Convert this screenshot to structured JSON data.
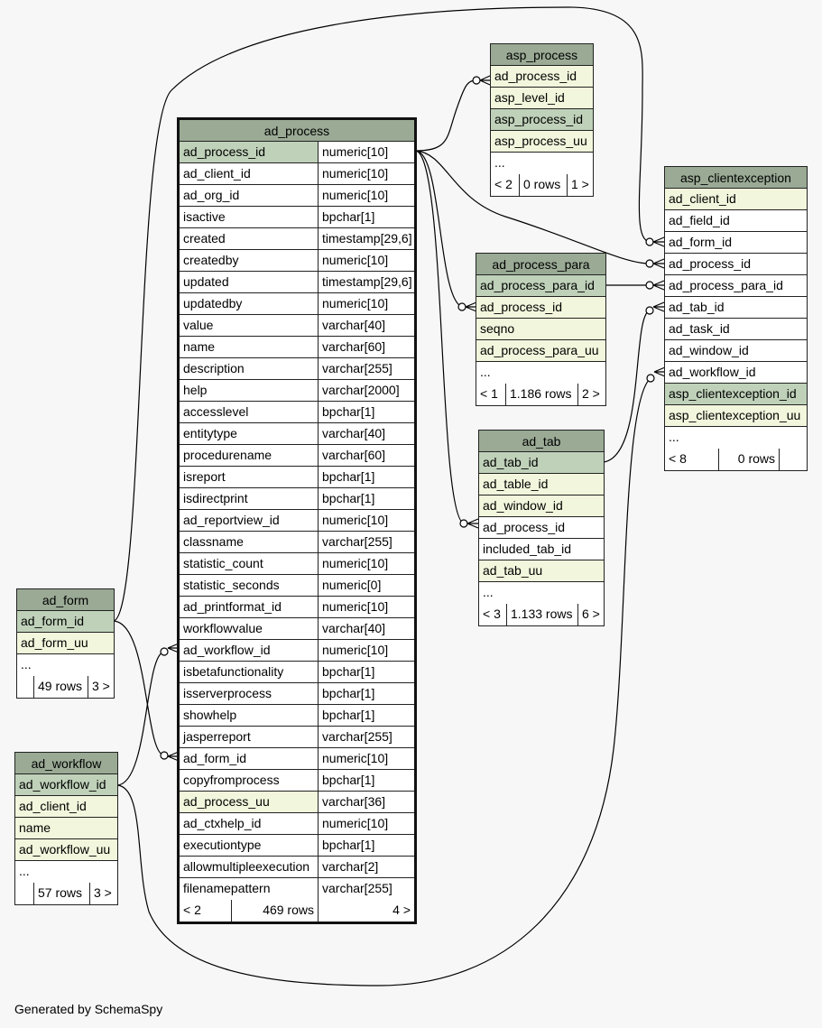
{
  "footer_text": "Generated by SchemaSpy",
  "tables": {
    "ad_process": {
      "title": "ad_process",
      "columns": [
        {
          "name": "ad_process_id",
          "type": "numeric[10]",
          "style": "pk"
        },
        {
          "name": "ad_client_id",
          "type": "numeric[10]",
          "style": "plain"
        },
        {
          "name": "ad_org_id",
          "type": "numeric[10]",
          "style": "plain"
        },
        {
          "name": "isactive",
          "type": "bpchar[1]",
          "style": "plain"
        },
        {
          "name": "created",
          "type": "timestamp[29,6]",
          "style": "plain"
        },
        {
          "name": "createdby",
          "type": "numeric[10]",
          "style": "plain"
        },
        {
          "name": "updated",
          "type": "timestamp[29,6]",
          "style": "plain"
        },
        {
          "name": "updatedby",
          "type": "numeric[10]",
          "style": "plain"
        },
        {
          "name": "value",
          "type": "varchar[40]",
          "style": "plain"
        },
        {
          "name": "name",
          "type": "varchar[60]",
          "style": "plain"
        },
        {
          "name": "description",
          "type": "varchar[255]",
          "style": "plain"
        },
        {
          "name": "help",
          "type": "varchar[2000]",
          "style": "plain"
        },
        {
          "name": "accesslevel",
          "type": "bpchar[1]",
          "style": "plain"
        },
        {
          "name": "entitytype",
          "type": "varchar[40]",
          "style": "plain"
        },
        {
          "name": "procedurename",
          "type": "varchar[60]",
          "style": "plain"
        },
        {
          "name": "isreport",
          "type": "bpchar[1]",
          "style": "plain"
        },
        {
          "name": "isdirectprint",
          "type": "bpchar[1]",
          "style": "plain"
        },
        {
          "name": "ad_reportview_id",
          "type": "numeric[10]",
          "style": "plain"
        },
        {
          "name": "classname",
          "type": "varchar[255]",
          "style": "plain"
        },
        {
          "name": "statistic_count",
          "type": "numeric[10]",
          "style": "plain"
        },
        {
          "name": "statistic_seconds",
          "type": "numeric[0]",
          "style": "plain"
        },
        {
          "name": "ad_printformat_id",
          "type": "numeric[10]",
          "style": "plain"
        },
        {
          "name": "workflowvalue",
          "type": "varchar[40]",
          "style": "plain"
        },
        {
          "name": "ad_workflow_id",
          "type": "numeric[10]",
          "style": "plain"
        },
        {
          "name": "isbetafunctionality",
          "type": "bpchar[1]",
          "style": "plain"
        },
        {
          "name": "isserverprocess",
          "type": "bpchar[1]",
          "style": "plain"
        },
        {
          "name": "showhelp",
          "type": "bpchar[1]",
          "style": "plain"
        },
        {
          "name": "jasperreport",
          "type": "varchar[255]",
          "style": "plain"
        },
        {
          "name": "ad_form_id",
          "type": "numeric[10]",
          "style": "plain"
        },
        {
          "name": "copyfromprocess",
          "type": "bpchar[1]",
          "style": "plain"
        },
        {
          "name": "ad_process_uu",
          "type": "varchar[36]",
          "style": "idx"
        },
        {
          "name": "ad_ctxhelp_id",
          "type": "numeric[10]",
          "style": "plain"
        },
        {
          "name": "executiontype",
          "type": "bpchar[1]",
          "style": "plain"
        },
        {
          "name": "allowmultipleexecution",
          "type": "varchar[2]",
          "style": "plain"
        },
        {
          "name": "filenamepattern",
          "type": "varchar[255]",
          "style": "plain"
        }
      ],
      "footer": {
        "parents": "< 2",
        "rows": "469 rows",
        "children": "4 >"
      }
    },
    "asp_process": {
      "title": "asp_process",
      "rows": [
        {
          "name": "ad_process_id",
          "style": "idx"
        },
        {
          "name": "asp_level_id",
          "style": "idx"
        },
        {
          "name": "asp_process_id",
          "style": "pk"
        },
        {
          "name": "asp_process_uu",
          "style": "idx"
        },
        {
          "name": "...",
          "style": "plain"
        }
      ],
      "footer": {
        "parents": "< 2",
        "rows": "0 rows",
        "children": "1 >"
      }
    },
    "asp_clientexception": {
      "title": "asp_clientexception",
      "rows": [
        {
          "name": "ad_client_id",
          "style": "idx"
        },
        {
          "name": "ad_field_id",
          "style": "plain"
        },
        {
          "name": "ad_form_id",
          "style": "plain"
        },
        {
          "name": "ad_process_id",
          "style": "plain"
        },
        {
          "name": "ad_process_para_id",
          "style": "plain"
        },
        {
          "name": "ad_tab_id",
          "style": "plain"
        },
        {
          "name": "ad_task_id",
          "style": "plain"
        },
        {
          "name": "ad_window_id",
          "style": "plain"
        },
        {
          "name": "ad_workflow_id",
          "style": "plain"
        },
        {
          "name": "asp_clientexception_id",
          "style": "pk"
        },
        {
          "name": "asp_clientexception_uu",
          "style": "idx"
        },
        {
          "name": "...",
          "style": "plain"
        }
      ],
      "footer": {
        "parents": "< 8",
        "rows": "0 rows",
        "children": ""
      }
    },
    "ad_process_para": {
      "title": "ad_process_para",
      "rows": [
        {
          "name": "ad_process_para_id",
          "style": "pk"
        },
        {
          "name": "ad_process_id",
          "style": "idx"
        },
        {
          "name": "seqno",
          "style": "idx"
        },
        {
          "name": "ad_process_para_uu",
          "style": "idx"
        },
        {
          "name": "...",
          "style": "plain"
        }
      ],
      "footer": {
        "parents": "< 1",
        "rows": "1.186 rows",
        "children": "2 >"
      }
    },
    "ad_tab": {
      "title": "ad_tab",
      "rows": [
        {
          "name": "ad_tab_id",
          "style": "pk"
        },
        {
          "name": "ad_table_id",
          "style": "idx"
        },
        {
          "name": "ad_window_id",
          "style": "idx"
        },
        {
          "name": "ad_process_id",
          "style": "plain"
        },
        {
          "name": "included_tab_id",
          "style": "plain"
        },
        {
          "name": "ad_tab_uu",
          "style": "idx"
        },
        {
          "name": "...",
          "style": "plain"
        }
      ],
      "footer": {
        "parents": "< 3",
        "rows": "1.133 rows",
        "children": "6 >"
      }
    },
    "ad_form": {
      "title": "ad_form",
      "rows": [
        {
          "name": "ad_form_id",
          "style": "pk"
        },
        {
          "name": "ad_form_uu",
          "style": "idx"
        },
        {
          "name": "...",
          "style": "plain"
        }
      ],
      "footer": {
        "parents": "",
        "rows": "49 rows",
        "children": "3 >"
      }
    },
    "ad_workflow": {
      "title": "ad_workflow",
      "rows": [
        {
          "name": "ad_workflow_id",
          "style": "pk"
        },
        {
          "name": "ad_client_id",
          "style": "idx"
        },
        {
          "name": "name",
          "style": "idx"
        },
        {
          "name": "ad_workflow_uu",
          "style": "idx"
        },
        {
          "name": "...",
          "style": "plain"
        }
      ],
      "footer": {
        "parents": "",
        "rows": "57 rows",
        "children": "3 >"
      }
    }
  }
}
